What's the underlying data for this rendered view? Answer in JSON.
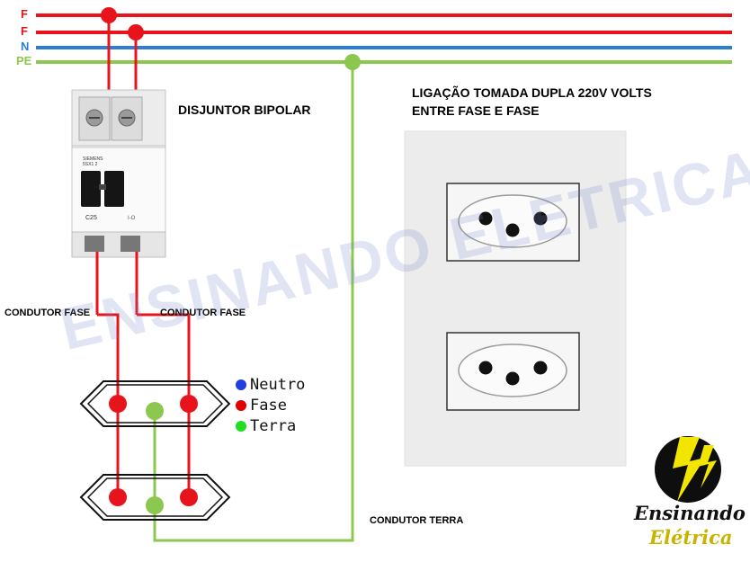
{
  "buses": {
    "f1": "F",
    "f2": "F",
    "n": "N",
    "pe": "PE"
  },
  "title": {
    "line1": "LIGAÇÃO TOMADA DUPLA 220V VOLTS",
    "line2": "ENTRE FASE E FASE"
  },
  "breaker": {
    "label": "DISJUNTOR BIPOLAR",
    "brand": "SIEMENS",
    "model": "5SX1 2",
    "rating": "C25"
  },
  "conductors": {
    "fase_left": "CONDUTOR FASE",
    "fase_right": "CONDUTOR FASE",
    "terra": "CONDUTOR TERRA"
  },
  "legend": [
    {
      "label": "Neutro",
      "color": "#1f3fe0"
    },
    {
      "label": "Fase",
      "color": "#e00000"
    },
    {
      "label": "Terra",
      "color": "#22dd22"
    }
  ],
  "watermark": "ENSINANDO ELETRICA",
  "logo": {
    "line1": "Ensinando",
    "line2": "Elétrica"
  },
  "colors": {
    "phase": "#e8141c",
    "neutral": "#2a7fd4",
    "ground": "#8cc850",
    "neutral_dot": "#1f3fe0",
    "ground_dot": "#22dd22"
  }
}
